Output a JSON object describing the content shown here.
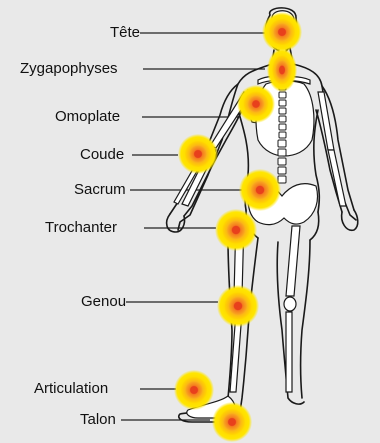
{
  "labels": {
    "tete": "Tête",
    "zygapophyses": "Zygapophyses",
    "omoplate": "Omoplate",
    "coude": "Coude",
    "sacrum": "Sacrum",
    "trochanter": "Trochanter",
    "genou": "Genou",
    "articulation": "Articulation",
    "talon": "Talon"
  },
  "colors": {
    "background": "#e9e9e9",
    "body_outline": "#1a1a1a",
    "bone_fill": "#ffffff",
    "hotspot_core": "#e8401c",
    "hotspot_mid": "#f7941d",
    "hotspot_outer": "#ffe000",
    "leader_line": "#222222"
  }
}
